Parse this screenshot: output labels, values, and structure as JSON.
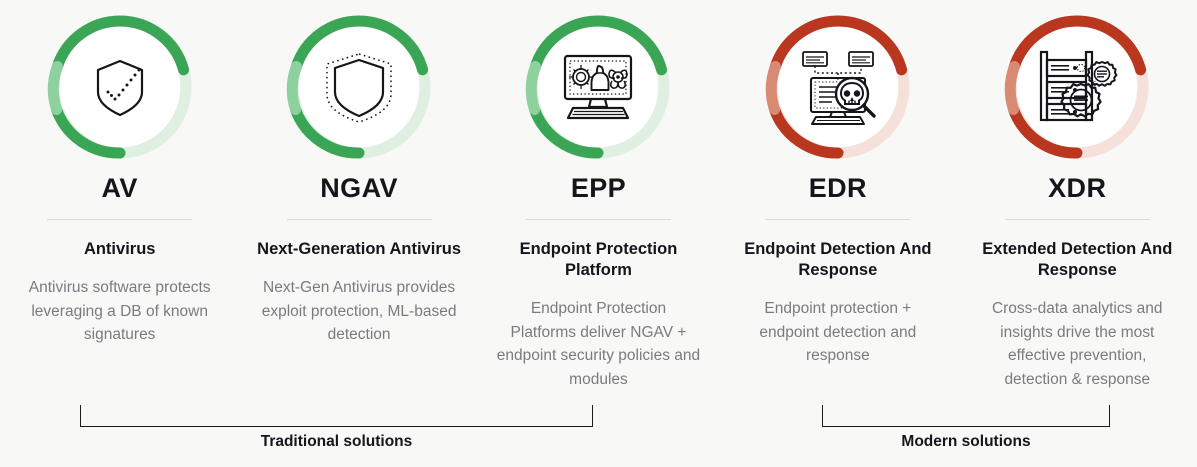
{
  "page": {
    "background_color": "#f8f8f7",
    "heading_color": "#15161a",
    "body_text_color": "#7b7b7f",
    "divider_color": "#d9d9d9"
  },
  "palette": {
    "green_strong": "#3aa655",
    "green_faded": "#aadcb6",
    "green_pale": "#dff0e3",
    "red_strong": "#b8371e",
    "red_faded": "#de9d8b",
    "red_pale": "#f6e1da",
    "icon_stroke": "#15161a"
  },
  "stages": [
    {
      "acronym": "AV",
      "full_name": "Antivirus",
      "description": "Antivirus software protects leveraging a DB of known signatures",
      "icon": "shield-check-dotted-icon",
      "accent": "green",
      "ring_strong": "#3aa655",
      "ring_faded": "#aadcb6",
      "ring_pale": "#dff0e3"
    },
    {
      "acronym": "NGAV",
      "full_name": "Next-Generation Antivirus",
      "description": "Next-Gen Antivirus provides exploit protection, ML-based detection",
      "icon": "shield-dotted-border-icon",
      "accent": "green",
      "ring_strong": "#3aa655",
      "ring_faded": "#aadcb6",
      "ring_pale": "#dff0e3"
    },
    {
      "acronym": "EPP",
      "full_name": "Endpoint Protection Platform",
      "description": "Endpoint Protection Platforms deliver NGAV + endpoint security policies and modules",
      "icon": "desktop-threats-icon",
      "accent": "green",
      "ring_strong": "#3aa655",
      "ring_faded": "#aadcb6",
      "ring_pale": "#dff0e3"
    },
    {
      "acronym": "EDR",
      "full_name": "Endpoint Detection And Response",
      "description": "Endpoint protection + endpoint detection and response",
      "icon": "desktop-magnifier-skull-icon",
      "accent": "red",
      "ring_strong": "#b8371e",
      "ring_faded": "#de9d8b",
      "ring_pale": "#f6e1da"
    },
    {
      "acronym": "XDR",
      "full_name": "Extended Detection And Response",
      "description": "Cross-data analytics and insights drive the most effective prevention, detection & response",
      "icon": "server-rack-gears-icon",
      "accent": "red",
      "ring_strong": "#b8371e",
      "ring_faded": "#de9d8b",
      "ring_pale": "#f6e1da"
    }
  ],
  "brackets": [
    {
      "label": "Traditional solutions",
      "covers": "AV, NGAV, EPP"
    },
    {
      "label": "Modern solutions",
      "covers": "EDR, XDR"
    }
  ]
}
